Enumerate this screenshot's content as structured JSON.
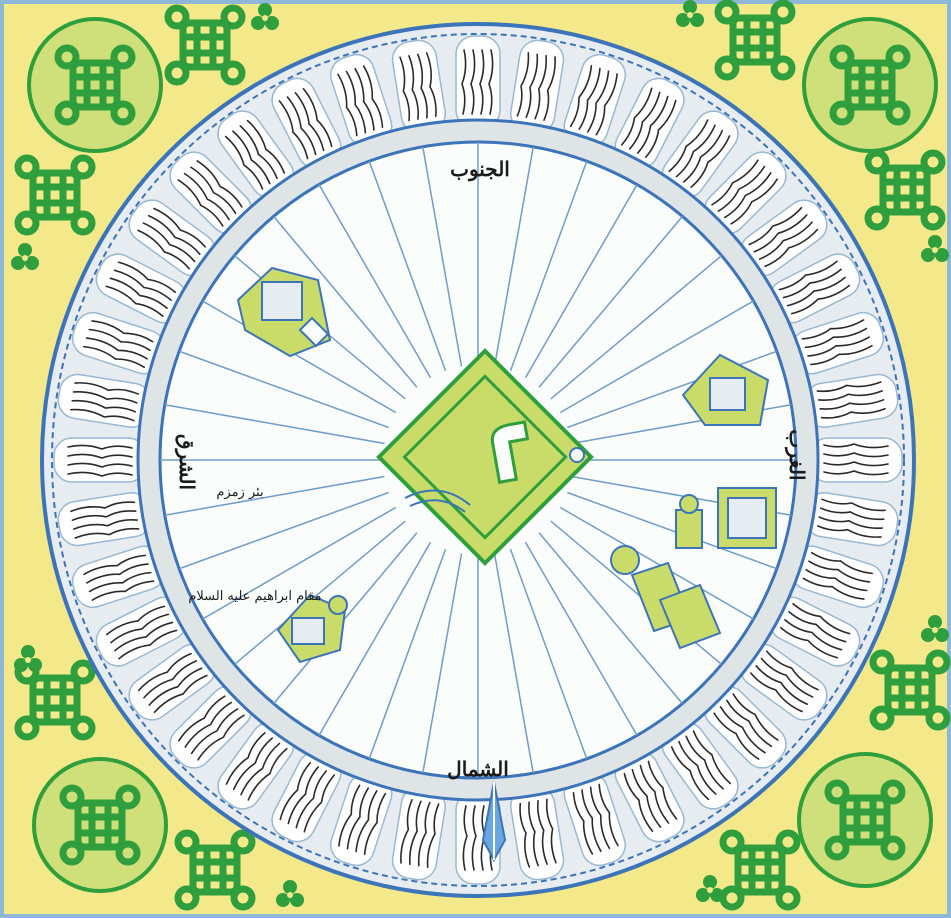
{
  "diagram": {
    "directions": {
      "south": "الجنوب",
      "north": "الشمال",
      "east": "الشرق",
      "west": "الغرب"
    },
    "labels": {
      "zamzam": "بئر زمزم",
      "maqam": "مقام ابراهيم عليه السلام"
    },
    "colors": {
      "background": "#f3e88a",
      "knot_green": "#2f9e3c",
      "ring_blue": "#3b74b8",
      "kaaba_fill": "#c9dc6a",
      "inner_disk": "#fbfdfd",
      "tab_fill": "#ffffff"
    },
    "spokes": 36,
    "ring_tabs": 40
  }
}
